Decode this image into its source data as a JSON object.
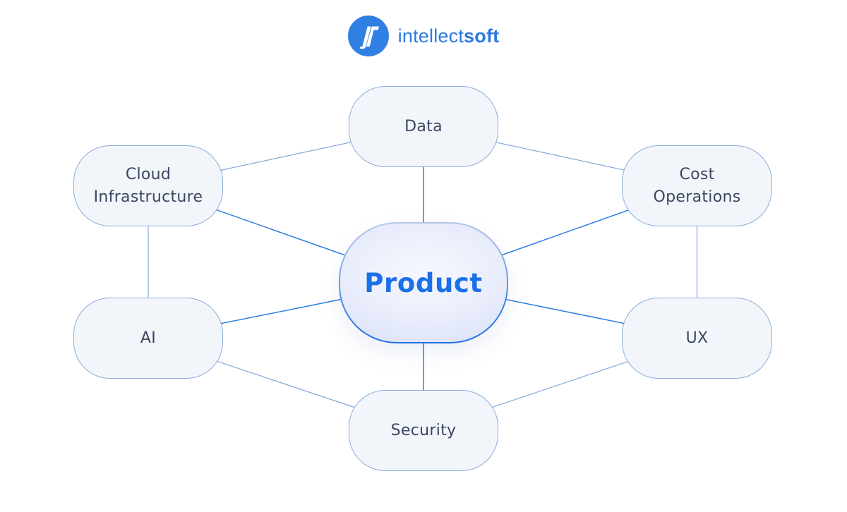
{
  "brand": {
    "name_regular": "intellect",
    "name_bold": "soft",
    "logo_icon": "intellectsoft-is-monogram",
    "text_color": "#2b79e3",
    "circle_color": "#2f80e2"
  },
  "diagram": {
    "center_node": {
      "id": "product",
      "label": "Product",
      "text_color": "#1a70e8"
    },
    "nodes": [
      {
        "id": "data",
        "label": "Data"
      },
      {
        "id": "cloud",
        "label": "Cloud\nInfrastructure"
      },
      {
        "id": "cost",
        "label": "Cost\nOperations"
      },
      {
        "id": "ai",
        "label": "AI"
      },
      {
        "id": "ux",
        "label": "UX"
      },
      {
        "id": "security",
        "label": "Security"
      }
    ],
    "connections": {
      "ring": [
        [
          "cloud",
          "data"
        ],
        [
          "data",
          "cost"
        ],
        [
          "cloud",
          "ai"
        ],
        [
          "cost",
          "ux"
        ],
        [
          "ai",
          "security"
        ],
        [
          "ux",
          "security"
        ]
      ],
      "spokes": [
        [
          "data",
          "product"
        ],
        [
          "cloud",
          "product"
        ],
        [
          "cost",
          "product"
        ],
        [
          "ai",
          "product"
        ],
        [
          "ux",
          "product"
        ],
        [
          "security",
          "product"
        ]
      ]
    },
    "colors": {
      "ring_line": "#83a9d9",
      "spoke_line": "#2e7ce2",
      "node_fill": "#f2f6fa",
      "node_border": "#8aaedd",
      "node_text": "#3b4760",
      "center_border_top": "#b7c8ec",
      "center_border_bottom": "#1b6fe6"
    }
  }
}
